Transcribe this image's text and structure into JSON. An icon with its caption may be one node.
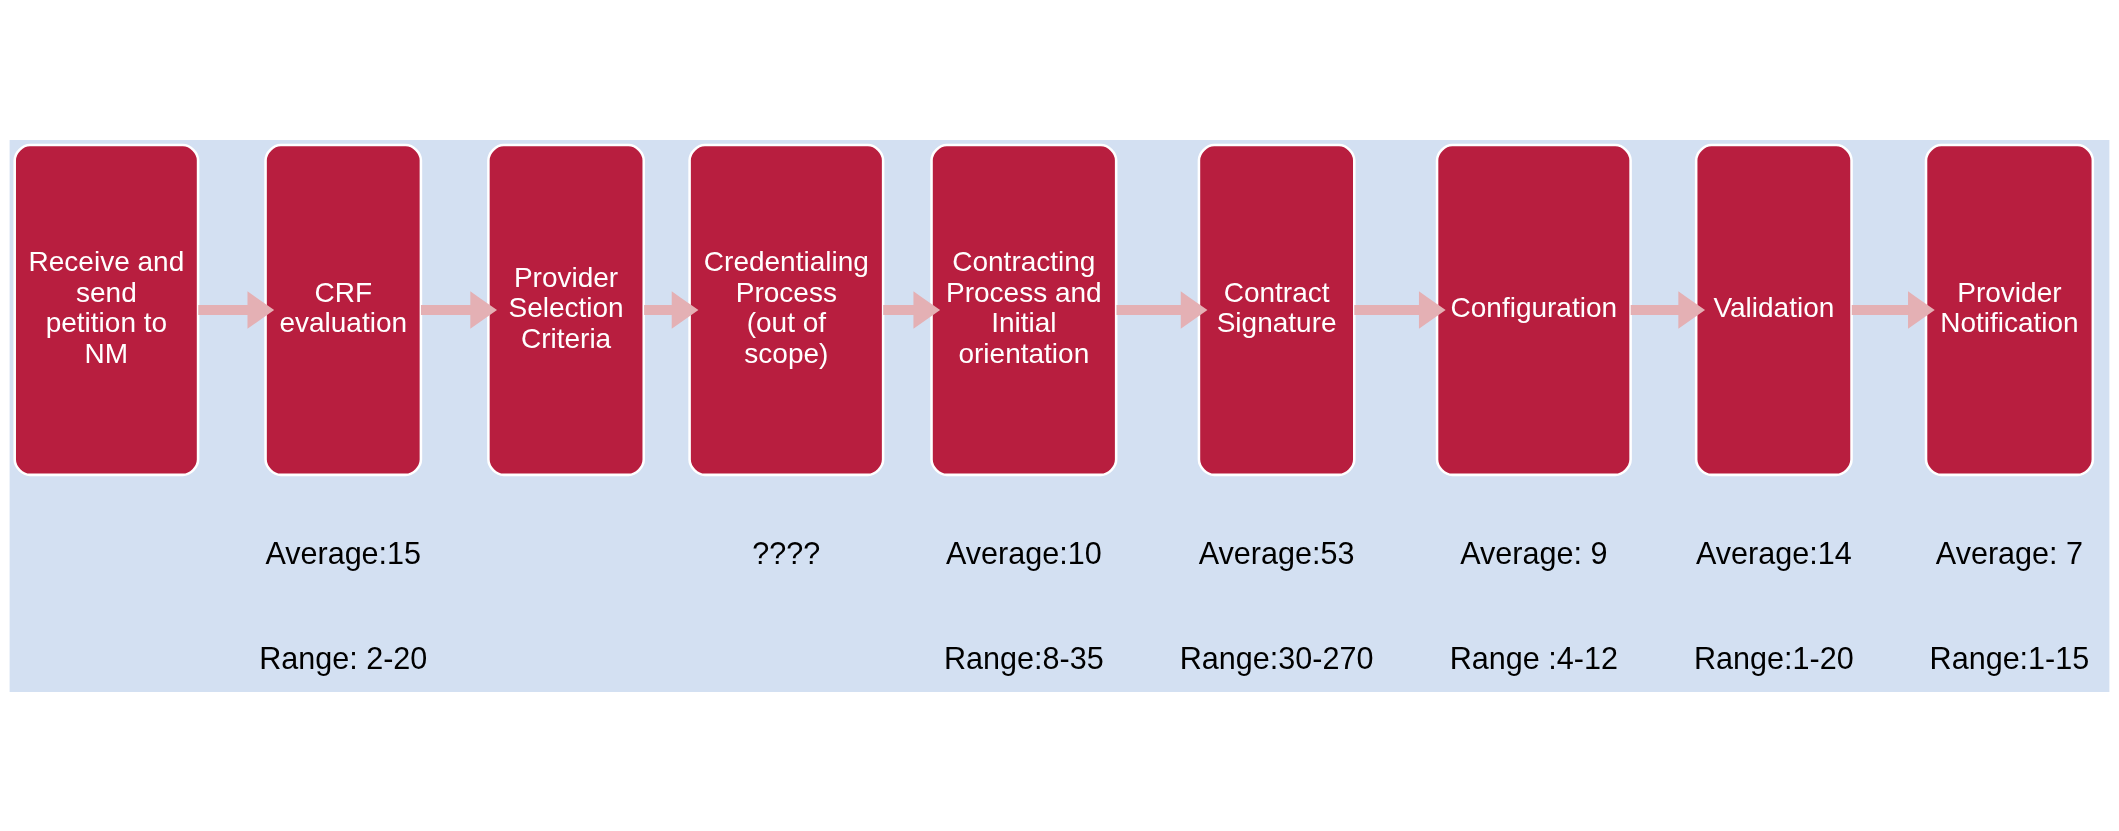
{
  "diagram": {
    "nodes": [
      {
        "text": [
          "Receive and send petition to NM"
        ]
      },
      {
        "text": [
          "CRF evaluation"
        ]
      },
      {
        "text": [
          "Provider Selection Criteria"
        ]
      },
      {
        "text": [
          "Credentialing Process (out of scope)"
        ]
      },
      {
        "text": [
          "Contracting Process and Initial orientation"
        ]
      },
      {
        "text": [
          "Contract Signature"
        ]
      },
      {
        "text": [
          "Configuration"
        ]
      },
      {
        "text": [
          "Validation"
        ]
      },
      {
        "text": [
          "Provider Notification"
        ]
      }
    ],
    "edges": [
      {
        "from": 0,
        "to": 1,
        "arrow": "to"
      },
      {
        "from": 1,
        "to": 2,
        "arrow": "to"
      },
      {
        "from": 2,
        "to": 3,
        "arrow": "to"
      },
      {
        "from": 3,
        "to": 4,
        "arrow": "to"
      },
      {
        "from": 4,
        "to": 5,
        "arrow": "to"
      },
      {
        "from": 5,
        "to": 6,
        "arrow": "to"
      },
      {
        "from": 6,
        "to": 7,
        "arrow": "to"
      },
      {
        "from": 7,
        "to": 8,
        "arrow": "to"
      }
    ],
    "labels": [
      "Average:15",
      "Range: 2-20",
      "????",
      "Average:10",
      "Range:8-35",
      "Average:53",
      "Range:30-270",
      "Average: 9",
      "Range :4-12",
      "Average:14",
      "Range:1-20",
      "Average: 7",
      "Range:1-15"
    ]
  }
}
